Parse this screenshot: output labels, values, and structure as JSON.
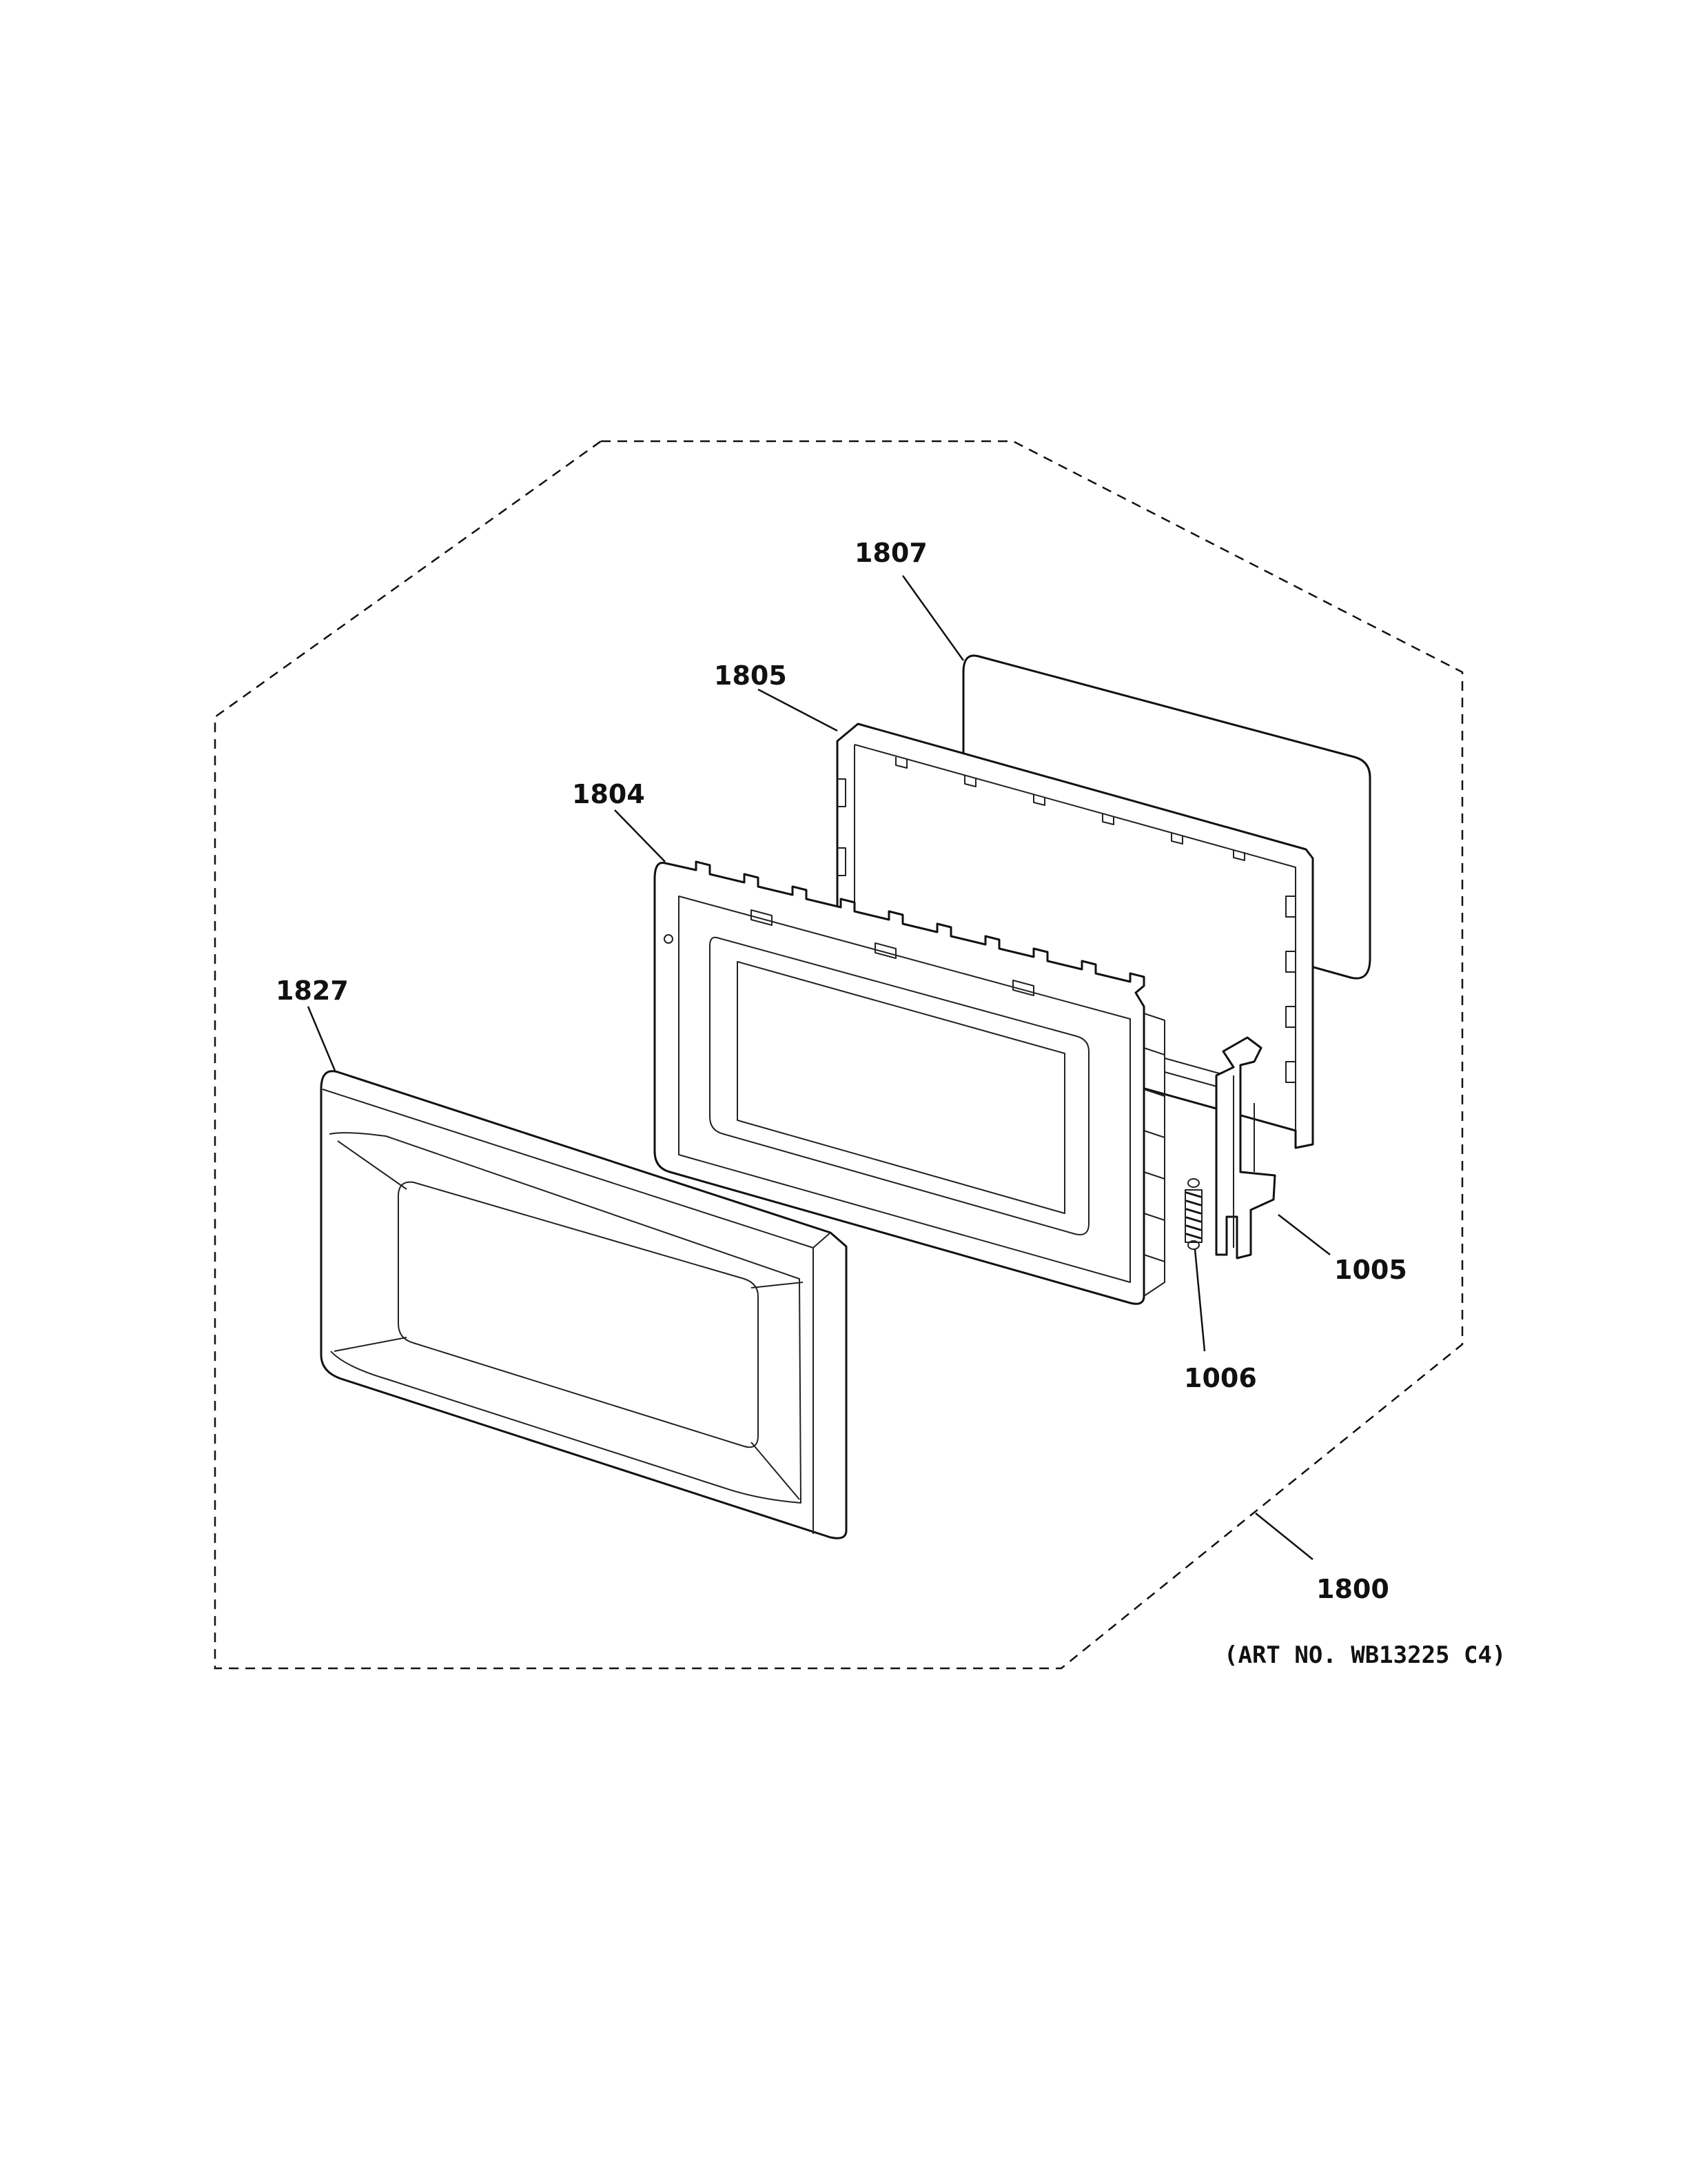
{
  "diagram": {
    "parts": [
      {
        "id": "1807",
        "label": "1807"
      },
      {
        "id": "1805",
        "label": "1805"
      },
      {
        "id": "1804",
        "label": "1804"
      },
      {
        "id": "1827",
        "label": "1827"
      },
      {
        "id": "1005",
        "label": "1005"
      },
      {
        "id": "1006",
        "label": "1006"
      },
      {
        "id": "1800",
        "label": "1800"
      }
    ],
    "art_number": "(ART NO. WB13225 C4)"
  }
}
